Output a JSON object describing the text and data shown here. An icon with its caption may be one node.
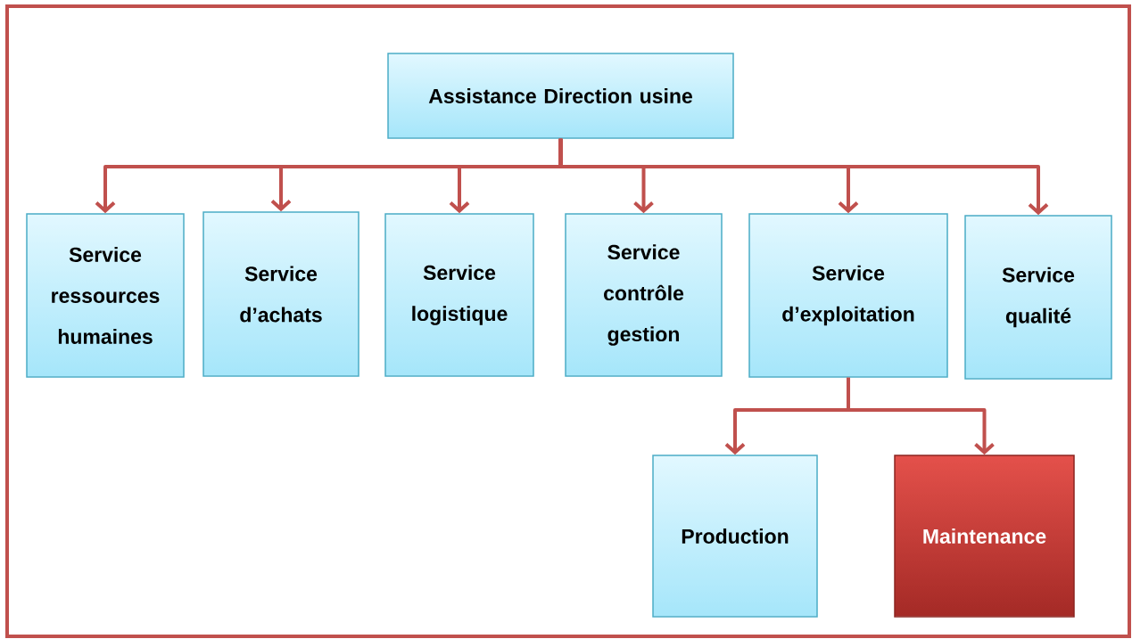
{
  "diagram": {
    "nodes": [
      {
        "text": [
          "Assistance Direction usine"
        ]
      },
      {
        "text": [
          "Service ressources humaines"
        ]
      },
      {
        "text": [
          "Service d’achats"
        ]
      },
      {
        "text": [
          "Service logistique"
        ]
      },
      {
        "text": [
          "Service contrôle gestion"
        ]
      },
      {
        "text": [
          "Service d’exploitation"
        ]
      },
      {
        "text": [
          "Service qualité"
        ]
      },
      {
        "text": [
          "Production"
        ]
      },
      {
        "text": [
          "Maintenance"
        ]
      }
    ],
    "edges": [
      {
        "from": 0,
        "to": 1,
        "arrow": "to"
      },
      {
        "from": 0,
        "to": 2,
        "arrow": "to"
      },
      {
        "from": 0,
        "to": 3,
        "arrow": "to"
      },
      {
        "from": 0,
        "to": 4,
        "arrow": "to"
      },
      {
        "from": 0,
        "to": 5,
        "arrow": "to"
      },
      {
        "from": 0,
        "to": 6,
        "arrow": "to"
      },
      {
        "from": 5,
        "to": 7,
        "arrow": "to"
      },
      {
        "from": 5,
        "to": 8,
        "arrow": "to"
      }
    ]
  }
}
